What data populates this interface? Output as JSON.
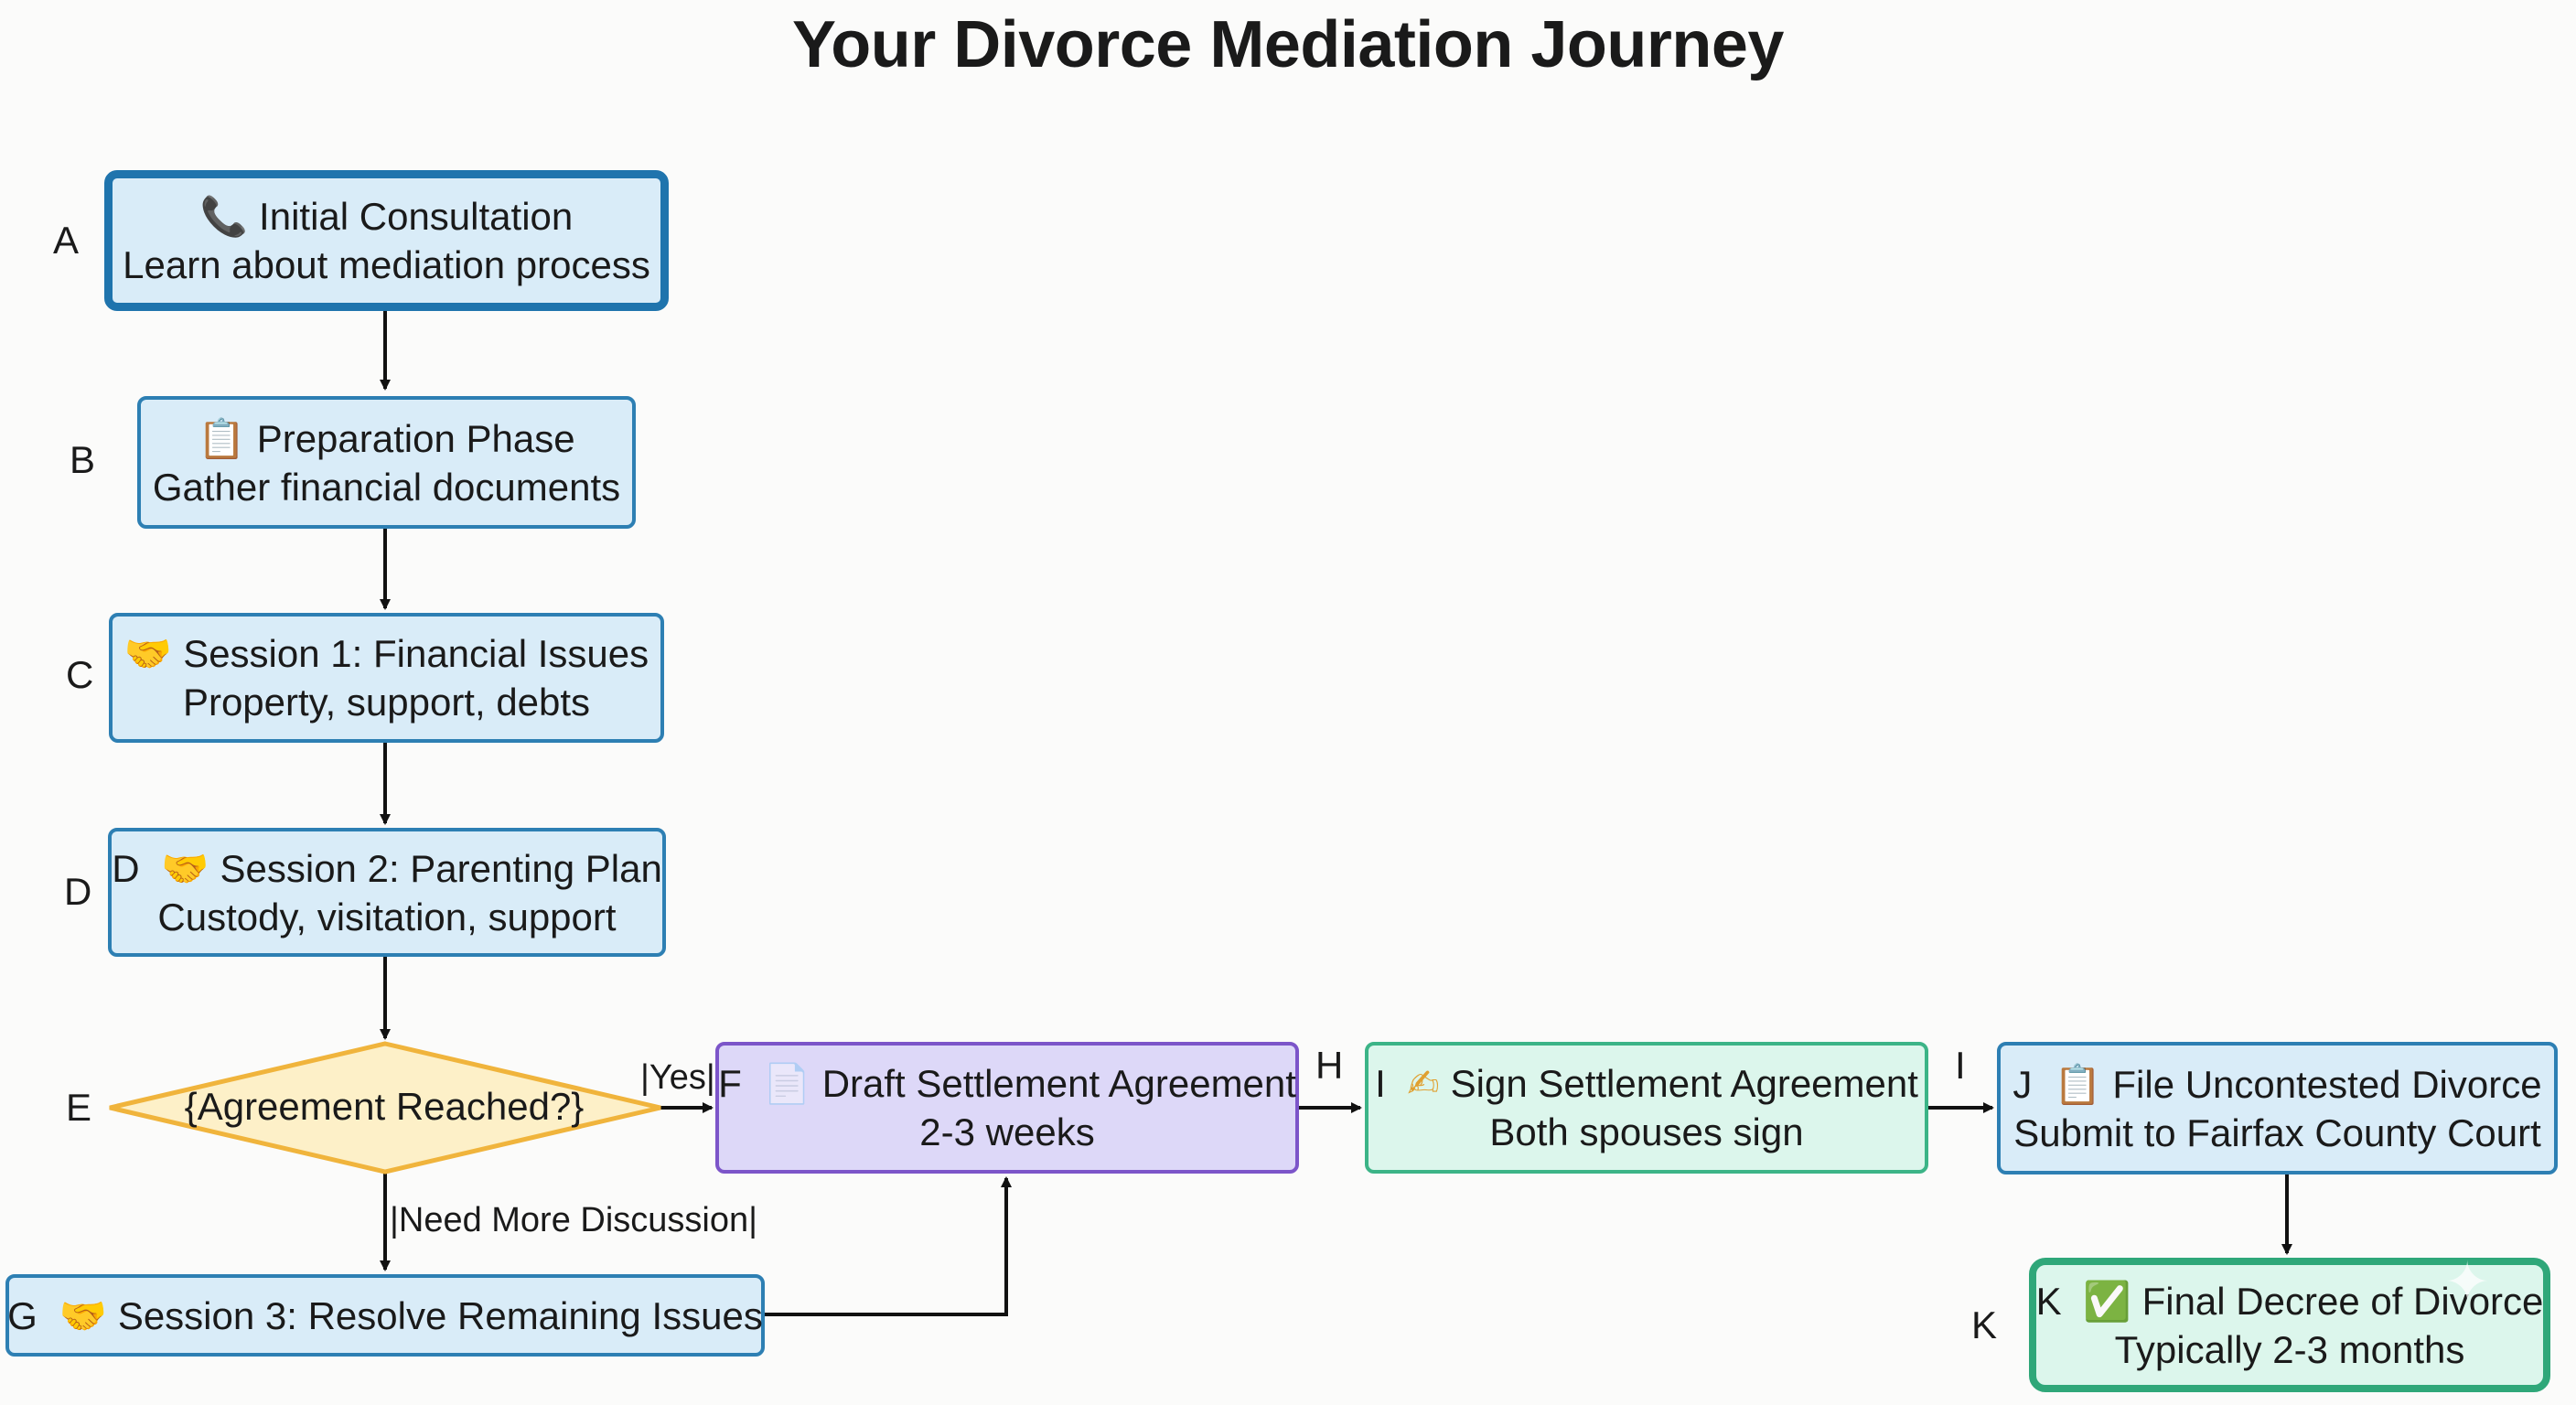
{
  "title": "Your Divorce Mediation Journey",
  "nodes": {
    "A": {
      "side_label": "A",
      "icon": "📞",
      "icon_name": "phone-icon",
      "line1": "Initial Consultation",
      "line2": "Learn about mediation process"
    },
    "B": {
      "side_label": "B",
      "icon": "📋",
      "icon_name": "clipboard-icon",
      "line1": "Preparation Phase",
      "line2": "Gather financial documents"
    },
    "C": {
      "side_label": "C",
      "icon": "🤝",
      "icon_name": "handshake-icon",
      "line1": "Session 1: Financial Issues",
      "line2": "Property, support, debts"
    },
    "D": {
      "side_label": "D",
      "prefix": "D",
      "icon": "🤝",
      "icon_name": "handshake-icon",
      "line1": "Session 2: Parenting Plan",
      "line2": "Custody, visitation, support"
    },
    "E": {
      "side_label": "E",
      "text": "{Agreement Reached?}"
    },
    "F": {
      "prefix": "F",
      "icon": "📄",
      "icon_name": "document-icon",
      "line1": "Draft Settlement Agreement",
      "line2": "2-3 weeks"
    },
    "G": {
      "prefix": "G",
      "icon": "🤝",
      "icon_name": "handshake-icon",
      "line1": "Session 3: Resolve Remaining Issues"
    },
    "I": {
      "prefix": "I",
      "icon": "✍",
      "icon_name": "writing-hand-icon",
      "line1": "Sign Settlement Agreement",
      "line2": "Both spouses sign"
    },
    "J": {
      "prefix": "J",
      "icon": "📋",
      "icon_name": "clipboard-icon",
      "line1": "File Uncontested Divorce",
      "line2": "Submit to Fairfax County Court"
    },
    "K": {
      "side_label": "K",
      "prefix": "K",
      "icon": "✅",
      "icon_name": "check-mark-icon",
      "line1": "Final Decree of Divorce",
      "line2": "Typically 2-3 months"
    }
  },
  "edge_labels": {
    "yes": "|Yes|",
    "need_more": "|Need More Discussion|",
    "h": "H",
    "i": "I"
  },
  "colors": {
    "blue_border": "#2d7fb3",
    "blue_fill": "#d9ecf8",
    "purple_border": "#7c55c9",
    "purple_fill": "#ddd8f8",
    "green_border": "#3cb487",
    "green_fill": "#dcf6ec",
    "diamond_border": "#f0b43c",
    "diamond_fill": "#fdf0c8"
  },
  "watermark_icon": "sparkle-icon"
}
